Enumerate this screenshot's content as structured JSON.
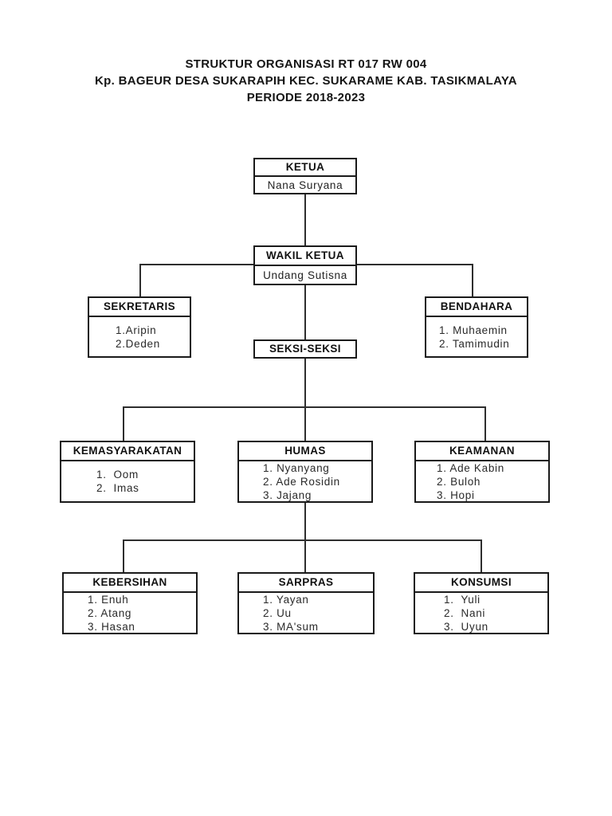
{
  "title": {
    "line1": "STRUKTUR ORGANISASI RT 017 RW 004",
    "line2": "Kp. BAGEUR DESA SUKARAPIH KEC. SUKARAME KAB. TASIKMALAYA",
    "line3": "PERIODE 2018-2023"
  },
  "colors": {
    "background": "#ffffff",
    "box_border": "#1a1a1a",
    "connector_line": "#2e2e2e",
    "text": "#1d1d1d"
  },
  "nodes": {
    "ketua": {
      "title": "KETUA",
      "name": "Nana Suryana"
    },
    "wakil_ketua": {
      "title": "WAKIL KETUA",
      "name": "Undang Sutisna"
    },
    "sekretaris": {
      "title": "SEKRETARIS",
      "members": [
        "1.Aripin",
        "2.Deden"
      ]
    },
    "bendahara": {
      "title": "BENDAHARA",
      "members": [
        "1. Muhaemin",
        "2. Tamimudin"
      ]
    },
    "seksi_seksi": {
      "title": "SEKSI-SEKSI"
    },
    "kemasyarakatan": {
      "title": "KEMASYARAKATAN",
      "members": [
        "1.  Oom",
        "2.  Imas"
      ]
    },
    "humas": {
      "title": "HUMAS",
      "members": [
        "1. Nyanyang",
        "2. Ade Rosidin",
        "3. Jajang"
      ]
    },
    "keamanan": {
      "title": "KEAMANAN",
      "members": [
        "1. Ade Kabin",
        "2. Buloh",
        "3. Hopi"
      ]
    },
    "kebersihan": {
      "title": "KEBERSIHAN",
      "members": [
        "1. Enuh",
        "2. Atang",
        "3. Hasan"
      ]
    },
    "sarpras": {
      "title": "SARPRAS",
      "members": [
        "1. Yayan",
        "2. Uu",
        "3. MA'sum"
      ]
    },
    "konsumsi": {
      "title": "KONSUMSI",
      "members": [
        "1.  Yuli",
        "2.  Nani",
        "3.  Uyun"
      ]
    }
  }
}
